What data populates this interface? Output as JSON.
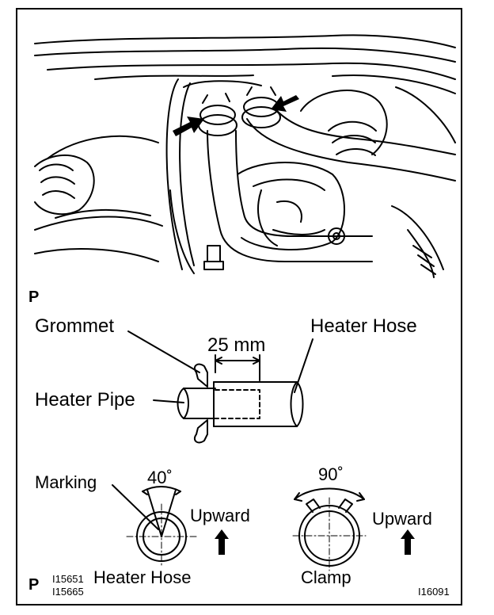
{
  "figure": {
    "section_marks": [
      "P",
      "P"
    ],
    "labels": {
      "grommet": "Grommet",
      "heater_hose_top": "Heater Hose",
      "dimension": "25 mm",
      "heater_pipe": "Heater Pipe",
      "marking": "Marking",
      "angle_40": "40˚",
      "angle_90": "90˚",
      "upward_left": "Upward",
      "upward_right": "Upward",
      "heater_hose_bottom": "Heater Hose",
      "clamp": "Clamp"
    },
    "ref_codes": {
      "left_1": "I15651",
      "left_2": "I15665",
      "right": "I16091"
    }
  }
}
